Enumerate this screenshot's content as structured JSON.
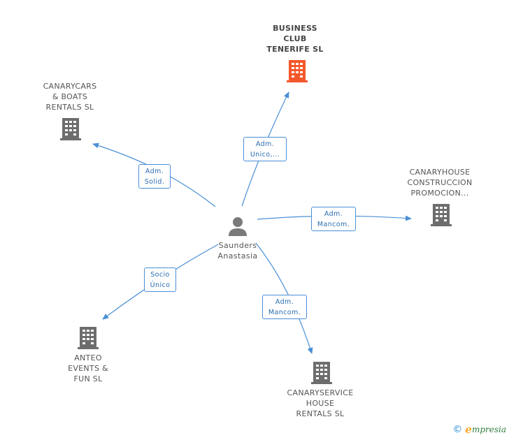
{
  "colors": {
    "edge": "#4a8fd6",
    "building_default": "#6d6d6d",
    "building_main": "#f4572b",
    "person": "#7a7a7a"
  },
  "center": {
    "name_lines": [
      "Saunders",
      "Anastasia"
    ],
    "icon": "person-icon"
  },
  "companies": [
    {
      "id": "business-club",
      "name_lines": [
        "BUSINESS",
        "CLUB",
        "TENERIFE SL"
      ],
      "main": true,
      "icon": "building-icon"
    },
    {
      "id": "canarycars",
      "name_lines": [
        "CANARYCARS",
        "& BOATS",
        "RENTALS SL"
      ],
      "main": false,
      "icon": "building-icon"
    },
    {
      "id": "canaryhouse",
      "name_lines": [
        "CANARYHOUSE",
        "CONSTRUCCION",
        "PROMOCION..."
      ],
      "main": false,
      "icon": "building-icon"
    },
    {
      "id": "anteo",
      "name_lines": [
        "ANTEO",
        "EVENTS &",
        "FUN SL"
      ],
      "main": false,
      "icon": "building-icon"
    },
    {
      "id": "canaryservice",
      "name_lines": [
        "CANARYSERVICE",
        "HOUSE",
        "RENTALS SL"
      ],
      "main": false,
      "icon": "building-icon"
    }
  ],
  "relations": [
    {
      "to": "business-club",
      "label_lines": [
        "Adm.",
        "Unico,..."
      ]
    },
    {
      "to": "canarycars",
      "label_lines": [
        "Adm.",
        "Solid."
      ]
    },
    {
      "to": "canaryhouse",
      "label_lines": [
        "Adm.",
        "Mancom."
      ]
    },
    {
      "to": "anteo",
      "label_lines": [
        "Socio",
        "Único"
      ]
    },
    {
      "to": "canaryservice",
      "label_lines": [
        "Adm.",
        "Mancom."
      ]
    }
  ],
  "brand": {
    "copyright": "©",
    "initial": "e",
    "rest": "mpresia"
  }
}
